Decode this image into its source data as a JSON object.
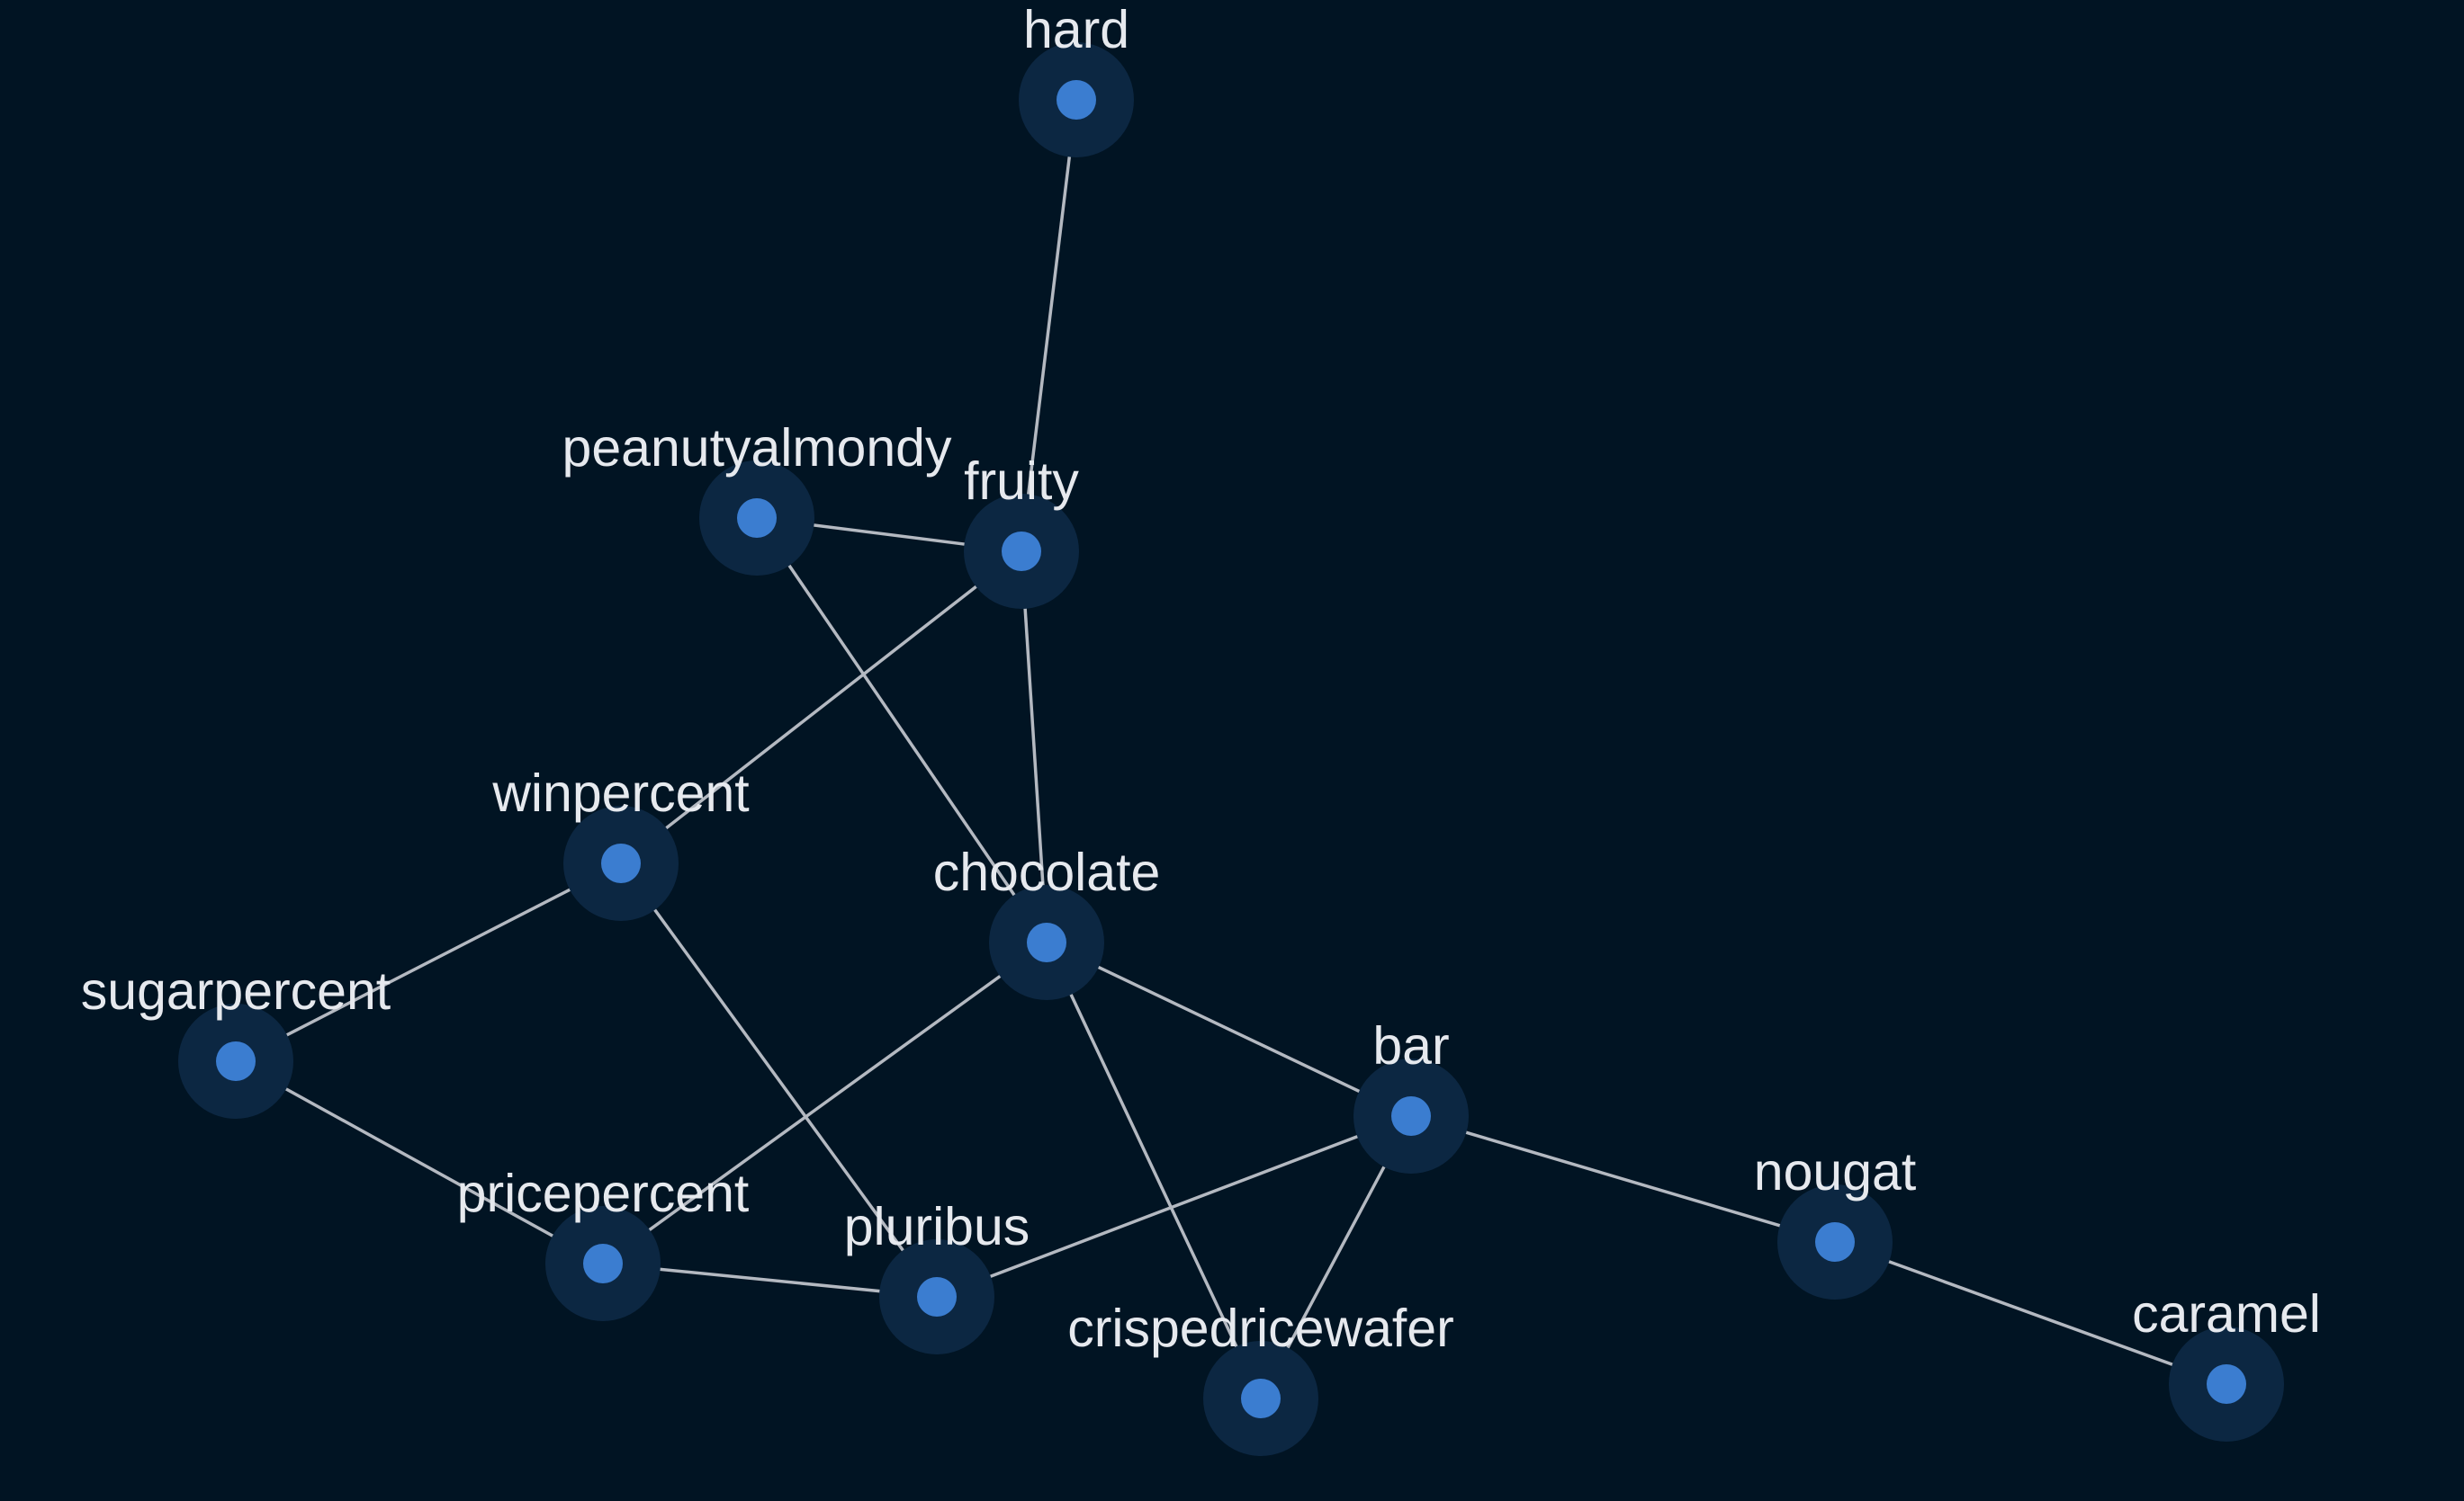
{
  "graph": {
    "colors": {
      "background": "#011423",
      "node_core": "#3b7dd0",
      "node_halo": "#0c2742",
      "edge": "#b4b9c1",
      "label": "#e6e9ee"
    },
    "nodes": [
      {
        "id": "hard",
        "label": "hard"
      },
      {
        "id": "fruity",
        "label": "fruity"
      },
      {
        "id": "peanutyalmondy",
        "label": "peanutyalmondy"
      },
      {
        "id": "winpercent",
        "label": "winpercent"
      },
      {
        "id": "chocolate",
        "label": "chocolate"
      },
      {
        "id": "sugarpercent",
        "label": "sugarpercent"
      },
      {
        "id": "bar",
        "label": "bar"
      },
      {
        "id": "nougat",
        "label": "nougat"
      },
      {
        "id": "pricepercent",
        "label": "pricepercent"
      },
      {
        "id": "pluribus",
        "label": "pluribus"
      },
      {
        "id": "crispedricewafer",
        "label": "crispedricewafer"
      },
      {
        "id": "caramel",
        "label": "caramel"
      }
    ],
    "edges": [
      {
        "from": "fruity",
        "to": "hard"
      },
      {
        "from": "peanutyalmondy",
        "to": "fruity"
      },
      {
        "from": "peanutyalmondy",
        "to": "chocolate"
      },
      {
        "from": "winpercent",
        "to": "fruity"
      },
      {
        "from": "winpercent",
        "to": "pluribus"
      },
      {
        "from": "chocolate",
        "to": "fruity"
      },
      {
        "from": "chocolate",
        "to": "pricepercent"
      },
      {
        "from": "sugarpercent",
        "to": "winpercent"
      },
      {
        "from": "pricepercent",
        "to": "sugarpercent"
      },
      {
        "from": "pricepercent",
        "to": "pluribus"
      },
      {
        "from": "bar",
        "to": "chocolate"
      },
      {
        "from": "bar",
        "to": "pluribus"
      },
      {
        "from": "crispedricewafer",
        "to": "chocolate"
      },
      {
        "from": "crispedricewafer",
        "to": "bar"
      },
      {
        "from": "nougat",
        "to": "bar"
      },
      {
        "from": "nougat",
        "to": "caramel"
      }
    ]
  }
}
